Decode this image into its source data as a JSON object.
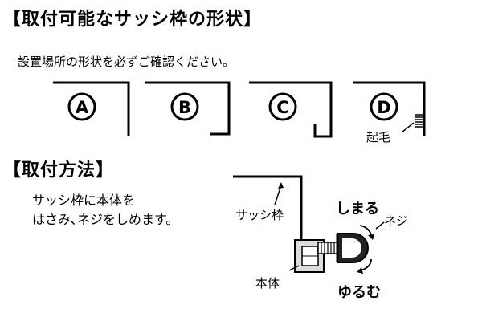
{
  "heading_shapes": "【取付可能なサッシ枠の形状】",
  "note_check": "設置場所の形状を必ずご確認ください。",
  "shapes": [
    {
      "letter": "A"
    },
    {
      "letter": "B"
    },
    {
      "letter": "C"
    },
    {
      "letter": "D",
      "extra_label": "起毛"
    }
  ],
  "heading_method": "【取付方法】",
  "method_text_line1": "サッシ枠に本体を",
  "method_text_line2": "はさみ､ネジをしめます。",
  "diagram": {
    "sash_label": "サッシ枠",
    "body_label": "本体",
    "screw_label": "ネジ",
    "tighten_label": "しまる",
    "loosen_label": "ゆるむ"
  }
}
